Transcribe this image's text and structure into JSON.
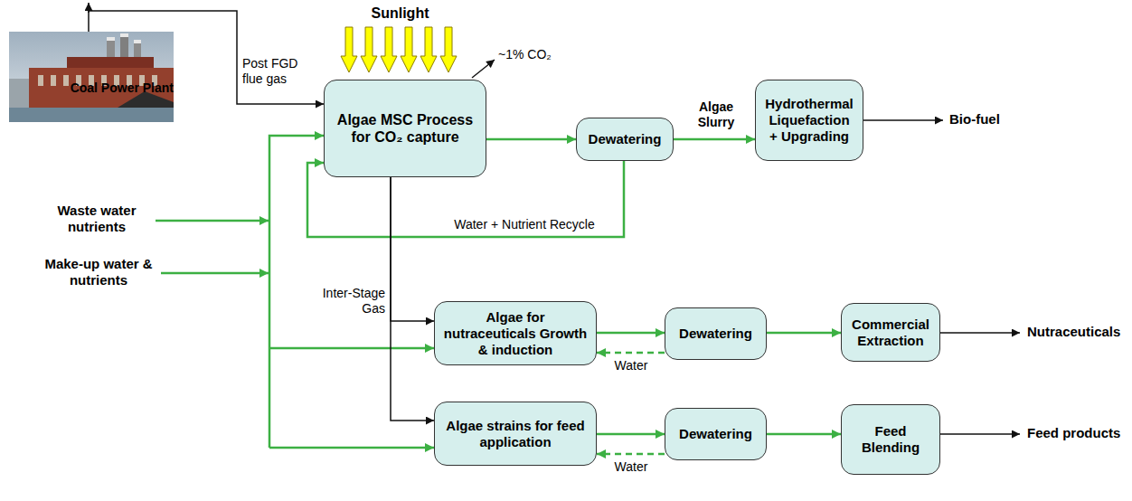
{
  "diagram": {
    "nodes": [
      {
        "text": [
          "Coal Power Plant"
        ]
      },
      {
        "text": [
          "Algae MSC Process for CO₂ capture"
        ]
      },
      {
        "text": [
          "Dewatering"
        ]
      },
      {
        "text": [
          "Hydrothermal Liquefaction + Upgrading"
        ]
      },
      {
        "text": [
          "Algae for nutraceuticals Growth & induction"
        ]
      },
      {
        "text": [
          "Dewatering"
        ]
      },
      {
        "text": [
          "Commercial Extraction"
        ]
      },
      {
        "text": [
          "Algae strains for feed application"
        ]
      },
      {
        "text": [
          "Dewatering"
        ]
      },
      {
        "text": [
          "Feed Blending"
        ]
      }
    ],
    "edges": [
      {
        "from": 0,
        "to": 1,
        "arrow": "to",
        "label": "Post FGD flue gas"
      },
      {
        "from": 1,
        "to": 2,
        "arrow": "to"
      },
      {
        "from": 2,
        "to": 3,
        "arrow": "to",
        "label": "Algae Slurry"
      },
      {
        "from": 2,
        "to": 1,
        "arrow": "to",
        "label": "Water + Nutrient Recycle"
      },
      {
        "from": 1,
        "to": 4,
        "arrow": "to",
        "label": "Inter-Stage Gas"
      },
      {
        "from": 1,
        "to": 7,
        "arrow": "to"
      },
      {
        "from": 4,
        "to": 5,
        "arrow": "to"
      },
      {
        "from": 5,
        "to": 4,
        "arrow": "to",
        "label": "Water"
      },
      {
        "from": 5,
        "to": 6,
        "arrow": "to"
      },
      {
        "from": 7,
        "to": 8,
        "arrow": "to"
      },
      {
        "from": 8,
        "to": 7,
        "arrow": "to",
        "label": "Water"
      },
      {
        "from": 8,
        "to": 9,
        "arrow": "to"
      }
    ],
    "labels": [
      "Sunlight",
      "~1% CO₂",
      "Bio-fuel",
      "Waste water nutrients",
      "Make-up water & nutrients",
      "Nutraceuticals",
      "Feed products"
    ]
  }
}
